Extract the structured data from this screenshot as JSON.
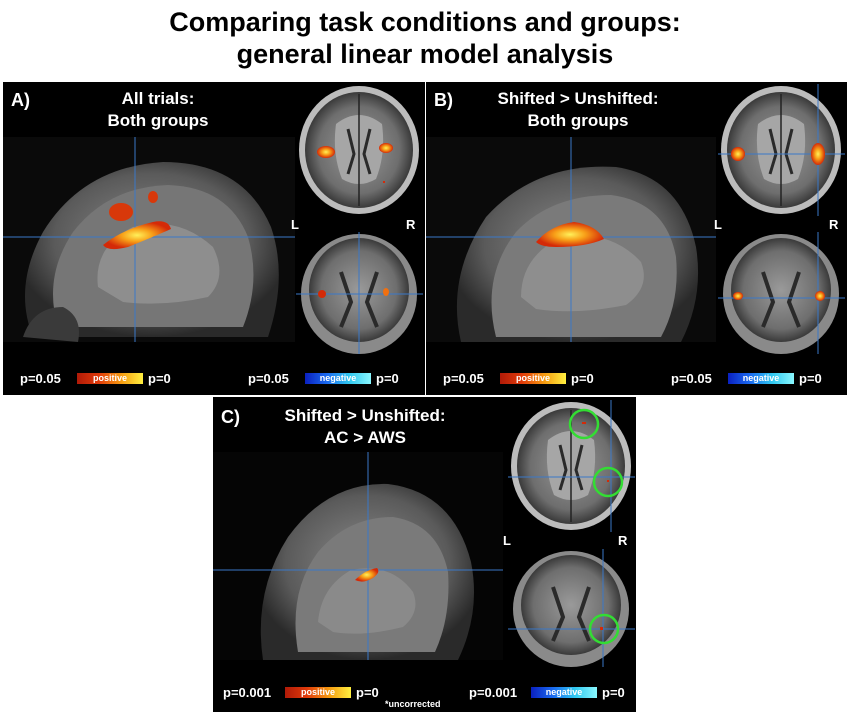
{
  "figure": {
    "title_line1": "Comparing task conditions and groups:",
    "title_line2": "general linear model analysis"
  },
  "panels": {
    "a": {
      "letter": "A)",
      "caption_line1": "All trials:",
      "caption_line2": "Both groups",
      "left_label": "L",
      "right_label": "R",
      "pos_low": "p=0.05",
      "pos_label": "positive",
      "pos_high": "p=0",
      "neg_low": "p=0.05",
      "neg_label": "negative",
      "neg_high": "p=0"
    },
    "b": {
      "letter": "B)",
      "caption_line1": "Shifted > Unshifted:",
      "caption_line2": "Both groups",
      "left_label": "L",
      "right_label": "R",
      "pos_low": "p=0.05",
      "pos_label": "positive",
      "pos_high": "p=0",
      "neg_low": "p=0.05",
      "neg_label": "negative",
      "neg_high": "p=0"
    },
    "c": {
      "letter": "C)",
      "caption_line1": "Shifted > Unshifted:",
      "caption_line2": "AC > AWS",
      "left_label": "L",
      "right_label": "R",
      "pos_low": "p=0.001",
      "pos_label": "positive",
      "pos_high": "p=0",
      "neg_low": "p=0.001",
      "neg_label": "negative",
      "neg_high": "p=0",
      "footnote": "*uncorrected"
    }
  },
  "colors": {
    "panel_bg": "#000000",
    "crosshair": "#3a78c8",
    "highlight_circle": "#33dd33"
  }
}
